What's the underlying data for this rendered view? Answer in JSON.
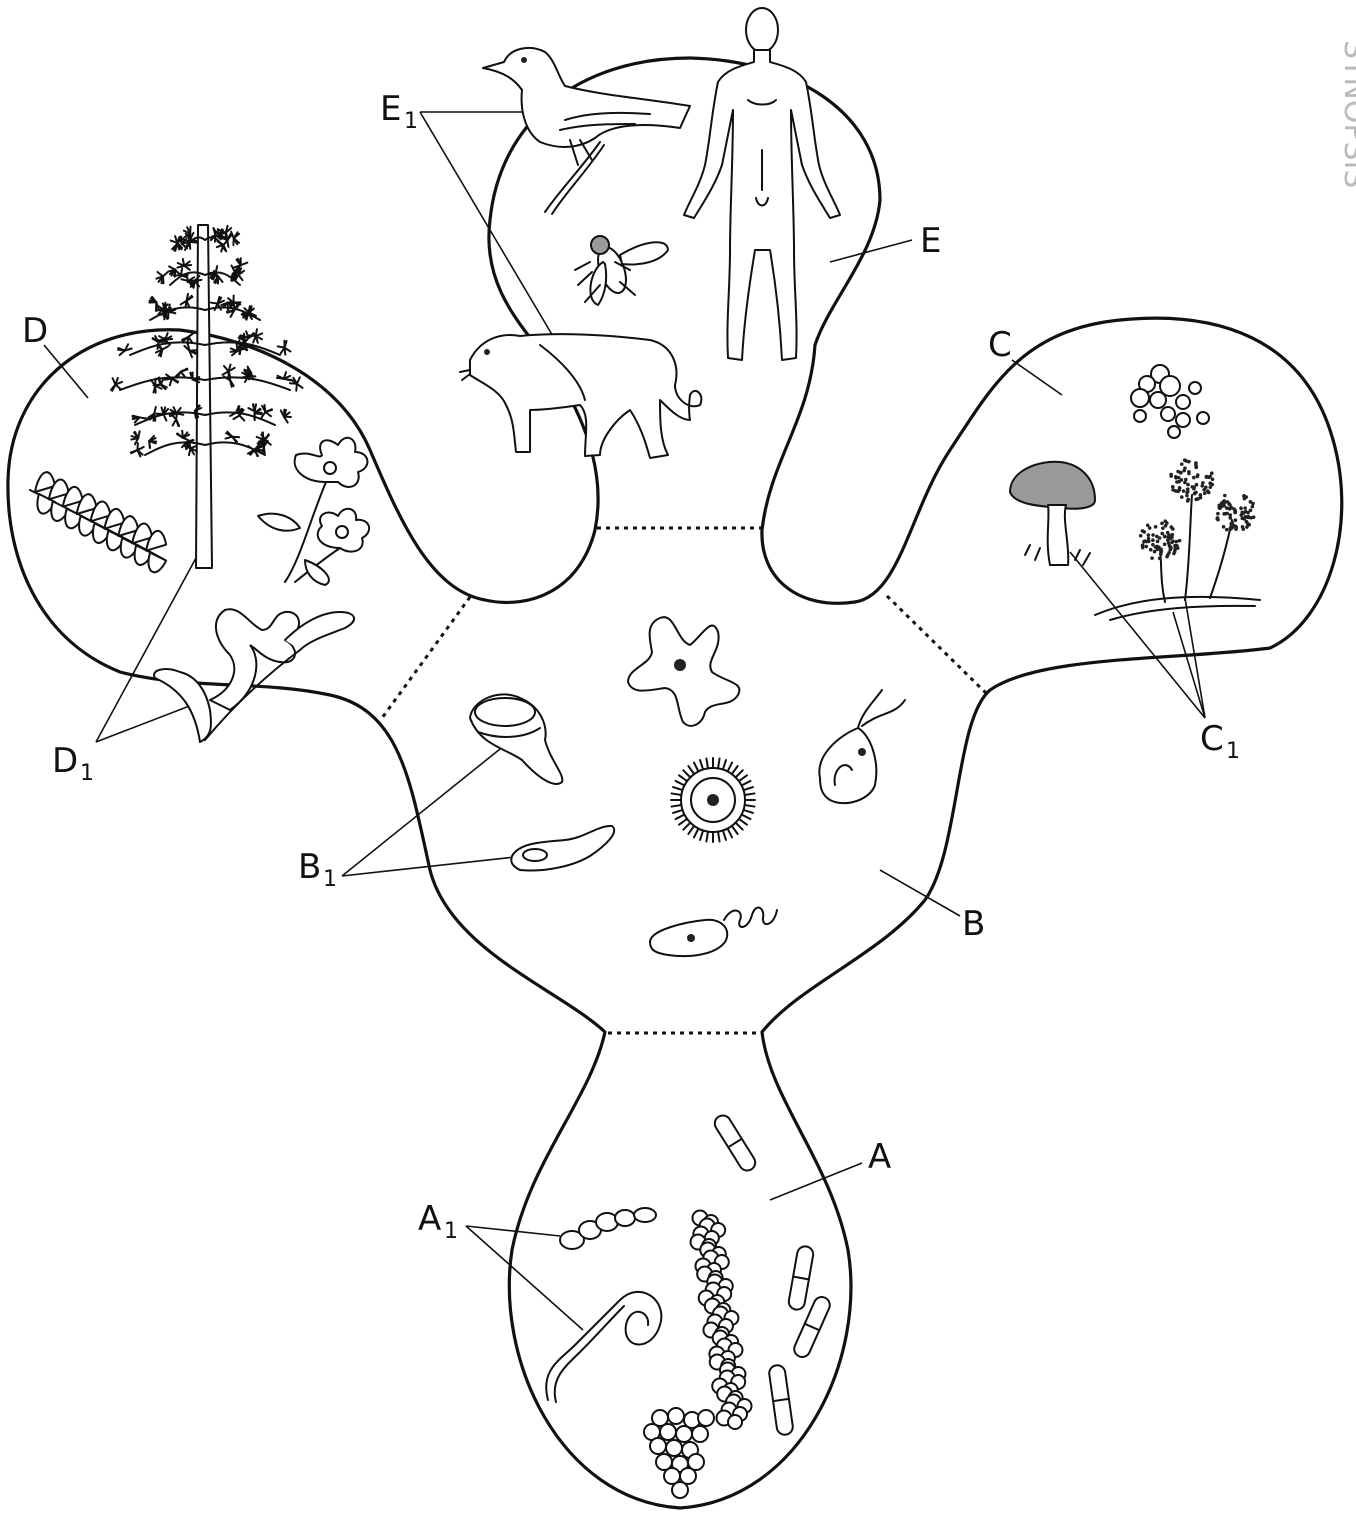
{
  "labels": {
    "A": {
      "main": "A",
      "sub_main": "A",
      "sub_index": "1"
    },
    "B": {
      "main": "B",
      "sub_main": "B",
      "sub_index": "1"
    },
    "C": {
      "main": "C",
      "sub_main": "C",
      "sub_index": "1"
    },
    "D": {
      "main": "D",
      "sub_main": "D",
      "sub_index": "1"
    },
    "E": {
      "main": "E",
      "sub_main": "E",
      "sub_index": "1"
    }
  },
  "margin_text": "SYNOPSIS",
  "colors": {
    "ink": "#111111",
    "background": "#ffffff"
  },
  "icons": {
    "A": [
      "rod-bacterium-icon",
      "streptococcus-chain-icon",
      "spirochete-icon",
      "staphylococcus-cluster-icon"
    ],
    "B": [
      "amoeba-icon",
      "stentor-icon",
      "euglena-icon",
      "paramecium-icon",
      "radiolarian-icon",
      "flagellate-icon"
    ],
    "C": [
      "mushroom-icon",
      "yeast-cells-icon",
      "bread-mold-icon"
    ],
    "D": [
      "pine-tree-icon",
      "fern-frond-icon",
      "flowering-plant-icon",
      "liverwort-icon"
    ],
    "E": [
      "bird-icon",
      "fly-icon",
      "human-figure-icon",
      "big-cat-icon"
    ]
  }
}
